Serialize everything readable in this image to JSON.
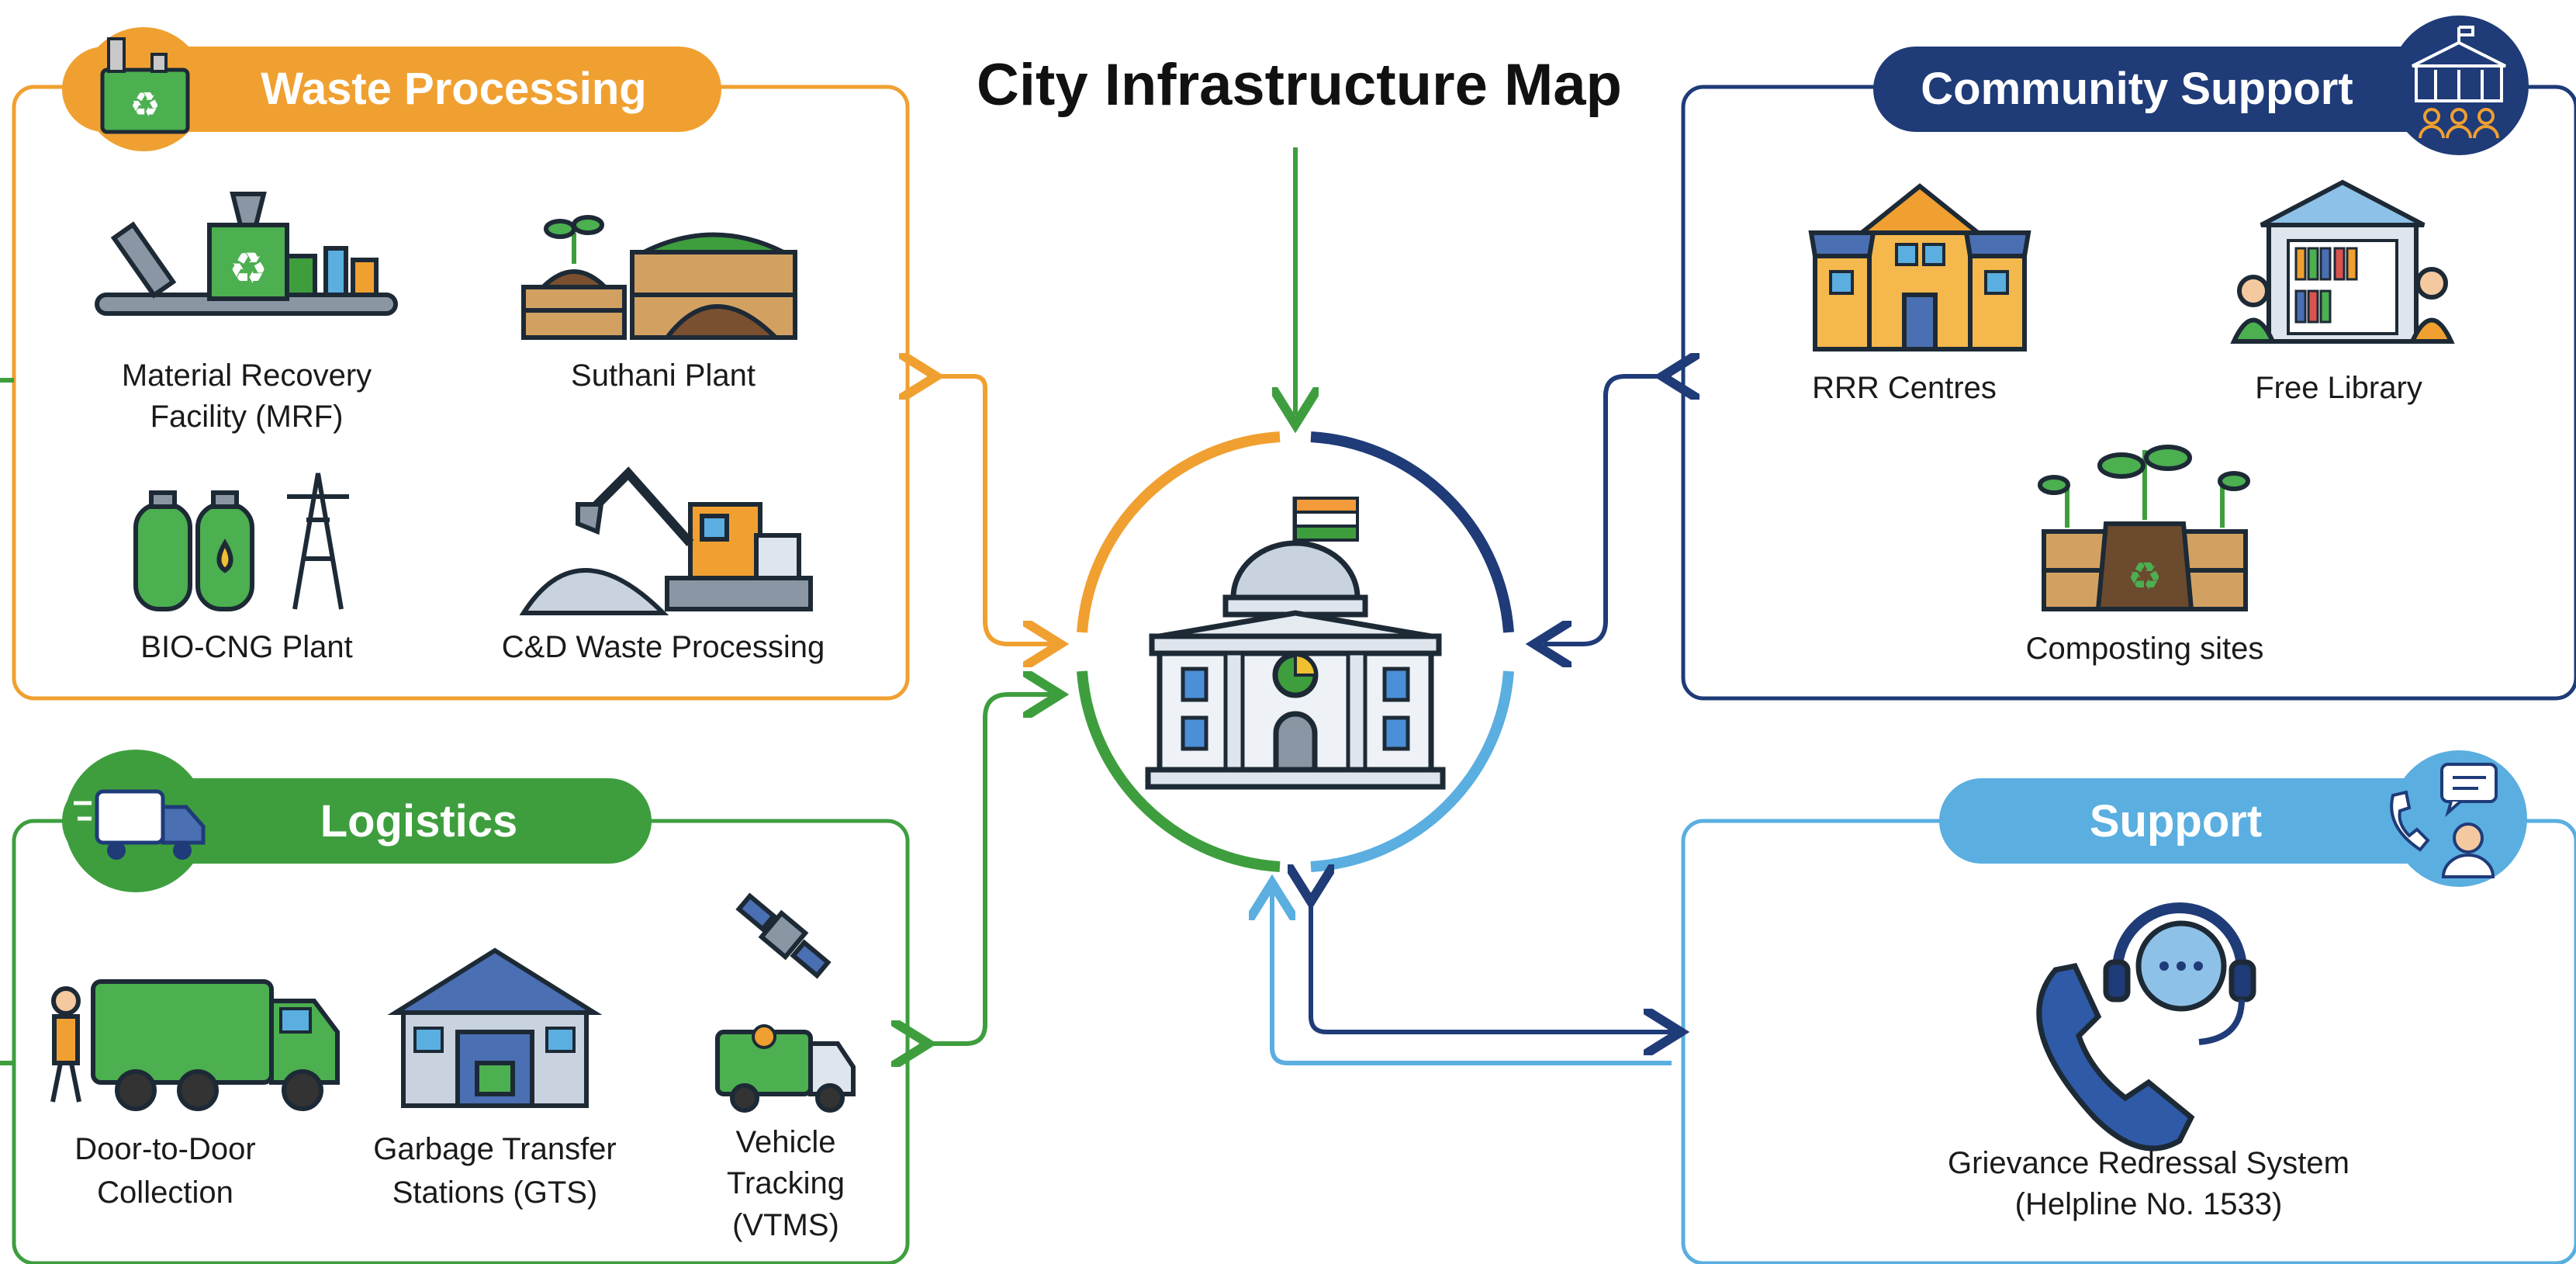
{
  "title": "City Infrastructure Map",
  "colors": {
    "orange": "#F0A030",
    "green": "#3E9E3E",
    "navy": "#1F3B78",
    "lightblue": "#5AAEE0"
  },
  "sections": {
    "waste_processing": {
      "label": "Waste Processing",
      "items": [
        {
          "label_lines": [
            "Material Recovery",
            "Facility (MRF)"
          ],
          "icon": "conveyor-recycling-icon"
        },
        {
          "label_lines": [
            "Suthani Plant"
          ],
          "icon": "compost-crate-sprout-icon"
        },
        {
          "label_lines": [
            "BIO-CNG Plant"
          ],
          "icon": "gas-tanks-pylon-icon"
        },
        {
          "label_lines": [
            "C&D Waste Processing"
          ],
          "icon": "excavator-debris-icon"
        }
      ]
    },
    "logistics": {
      "label": "Logistics",
      "items": [
        {
          "label_lines": [
            "Door-to-Door",
            "Collection"
          ],
          "icon": "garbage-truck-worker-icon"
        },
        {
          "label_lines": [
            "Garbage Transfer",
            "Stations (GTS)"
          ],
          "icon": "warehouse-icon"
        },
        {
          "label_lines": [
            "Vehicle",
            "Tracking",
            "(VTMS)"
          ],
          "icon": "satellite-van-icon"
        }
      ]
    },
    "community_support": {
      "label": "Community Support",
      "items": [
        {
          "label_lines": [
            "RRR Centres"
          ],
          "icon": "school-building-icon"
        },
        {
          "label_lines": [
            "Free Library"
          ],
          "icon": "library-readers-icon"
        },
        {
          "label_lines": [
            "Composting sites"
          ],
          "icon": "compost-bin-plants-icon"
        }
      ]
    },
    "support": {
      "label": "Support",
      "items": [
        {
          "label_lines": [
            "Grievance Redressal System",
            "(Helpline No. 1533)"
          ],
          "icon": "helpline-phone-headset-icon"
        }
      ]
    }
  },
  "center": {
    "icon": "government-building-flag-icon"
  }
}
